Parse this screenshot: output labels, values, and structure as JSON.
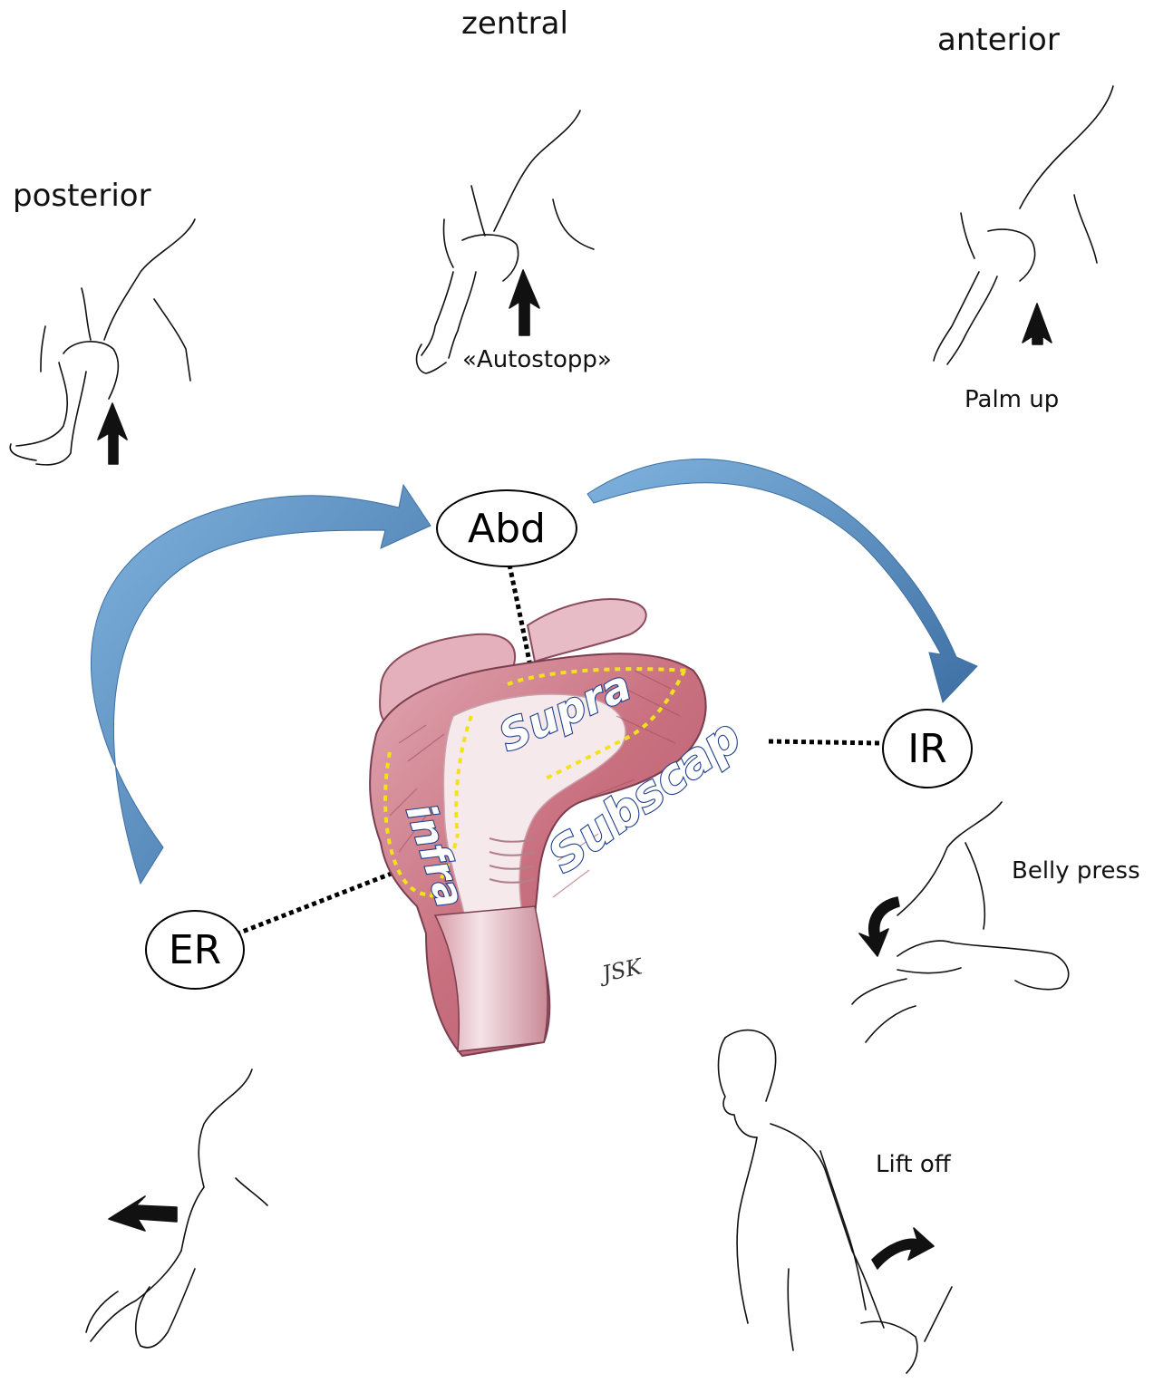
{
  "labels": {
    "posterior": "posterior",
    "zentral": "zentral",
    "anterior": "anterior",
    "autostopp": "«Autostopp»",
    "palm_up": "Palm up",
    "belly_press": "Belly press",
    "lift_off": "Lift off"
  },
  "nodes": {
    "abd": "Abd",
    "ir": "IR",
    "er": "ER"
  },
  "muscles": {
    "supra": "Supra",
    "infra": "infra",
    "subscap": "Subscap"
  },
  "signature": "JSK",
  "colors": {
    "arrow": "#5b95c9",
    "arrow_dark": "#3f74a8",
    "tendon_outline": "#f2e21b",
    "muscle": "#c87a8a",
    "muscle_text_stroke": "#1e3f8a"
  }
}
